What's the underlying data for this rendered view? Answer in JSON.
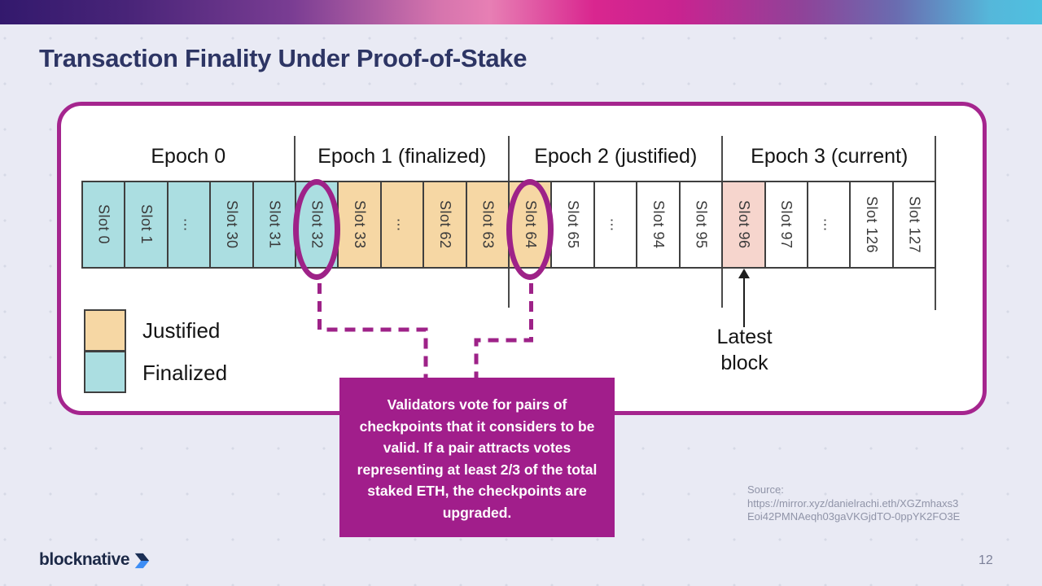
{
  "title": "Transaction Finality Under Proof-of-Stake",
  "page_number": "12",
  "brand": {
    "logo_text": "blocknative",
    "logo_icon": "blocknative-arrow-icon"
  },
  "colors": {
    "accent_magenta": "#a5258e",
    "callout_magenta": "#a11e8b",
    "finalized_teal": "#abdee1",
    "justified_orange": "#f6d7a4",
    "latest_block_pink": "#f6d5cd",
    "title_navy": "#2d3564",
    "topbar_gradient": [
      "#33196d",
      "#d9268f",
      "#4fc0e0"
    ]
  },
  "diagram": {
    "epochs": [
      {
        "label": "Epoch 0"
      },
      {
        "label": "Epoch 1 (finalized)"
      },
      {
        "label": "Epoch 2 (justified)"
      },
      {
        "label": "Epoch 3 (current)"
      }
    ],
    "slots": [
      {
        "label": "Slot 0",
        "state": "finalized"
      },
      {
        "label": "Slot 1",
        "state": "finalized"
      },
      {
        "label": "...",
        "state": "finalized"
      },
      {
        "label": "Slot 30",
        "state": "finalized"
      },
      {
        "label": "Slot 31",
        "state": "finalized"
      },
      {
        "label": "Slot 32",
        "state": "finalized",
        "circled": true
      },
      {
        "label": "Slot 33",
        "state": "justified"
      },
      {
        "label": "...",
        "state": "justified"
      },
      {
        "label": "Slot 62",
        "state": "justified"
      },
      {
        "label": "Slot 63",
        "state": "justified"
      },
      {
        "label": "Slot 64",
        "state": "justified",
        "circled": true
      },
      {
        "label": "Slot 65",
        "state": "none"
      },
      {
        "label": "...",
        "state": "none"
      },
      {
        "label": "Slot 94",
        "state": "none"
      },
      {
        "label": "Slot 95",
        "state": "none"
      },
      {
        "label": "Slot 96",
        "state": "latest"
      },
      {
        "label": "Slot 97",
        "state": "none"
      },
      {
        "label": "...",
        "state": "none"
      },
      {
        "label": "Slot 126",
        "state": "none"
      },
      {
        "label": "Slot 127",
        "state": "none"
      }
    ],
    "legend": [
      {
        "label": "Justified",
        "state": "justified"
      },
      {
        "label": "Finalized",
        "state": "finalized"
      }
    ],
    "latest_block_label": "Latest block"
  },
  "callout": {
    "text": "Validators vote for pairs of checkpoints that it considers to be valid. If a pair attracts votes representing at least 2/3 of the total staked ETH, the checkpoints are upgraded."
  },
  "source": {
    "lines": [
      "Source:",
      "https://mirror.xyz/danielrachi.eth/XGZmhaxs3",
      "Eoi42PMNAeqh03gaVKGjdTO-0ppYK2FO3E"
    ]
  }
}
